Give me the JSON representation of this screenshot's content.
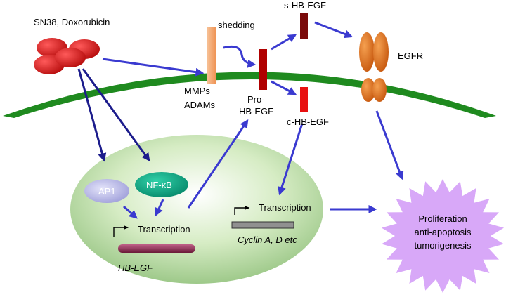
{
  "drugs": "SN38, Doxorubicin",
  "shedding": "shedding",
  "s_hbegf": "s-HB-EGF",
  "egfr": "EGFR",
  "mmps": "MMPs",
  "adams": "ADAMs",
  "pro": "Pro-",
  "hbegf": "HB-EGF",
  "c_hbegf": "c-HB-EGF",
  "ap1": "AP1",
  "nfkb": "NF-κB",
  "transcription_left": "Transcription",
  "hbegf_gene": "HB-EGF",
  "transcription_right": "Transcription",
  "cyclin": "Cyclin A, D etc",
  "outcome": {
    "line1": "Proliferation",
    "line2": "anti-apoptosis",
    "line3": "tumorigenesis"
  },
  "colors": {
    "arrow_blue": "#3a3ad0",
    "arrow_navy": "#1c1c8c",
    "membrane": "#1f8a1f",
    "drug_red": "#d01818",
    "pro_red": "#b00000",
    "s_dark": "#7a0a0a",
    "c_red": "#e81010",
    "mmp_orange": "#f4a86a",
    "egfr_orange": "#e07020",
    "nucleus_green": "#c8e2b0",
    "ap1_lavender": "#b8b8e8",
    "nfkb_teal": "#10a888",
    "burst_purple": "#d8a8f8",
    "gene_maroon": "#8a2a4a",
    "gene_gray": "#909090"
  }
}
